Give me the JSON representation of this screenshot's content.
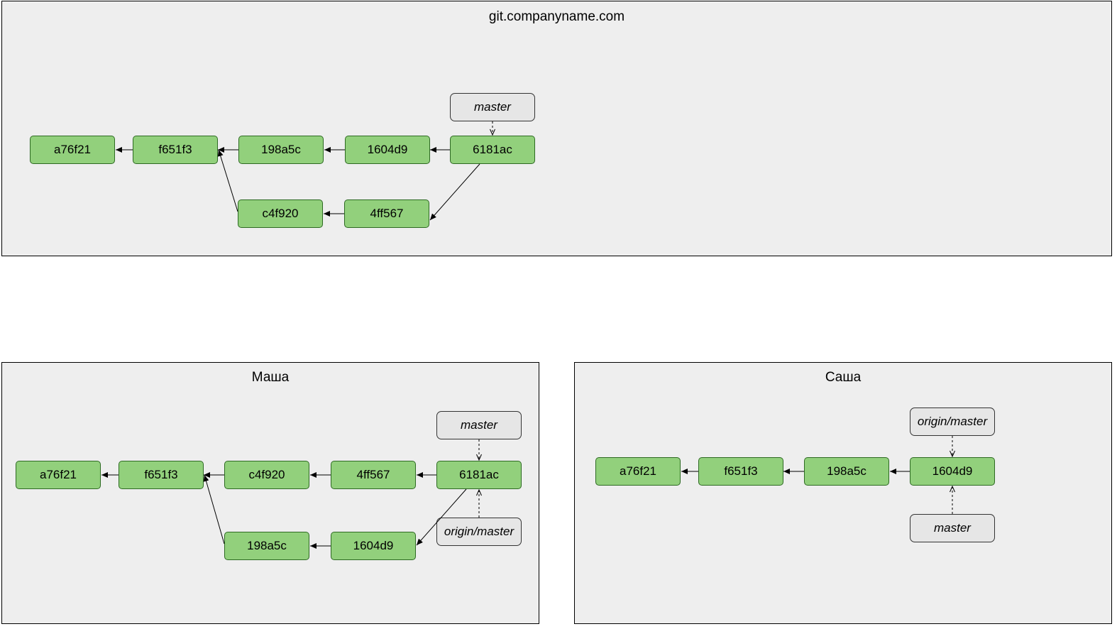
{
  "remote": {
    "title": "git.companyname.com",
    "commits": [
      "a76f21",
      "f651f3",
      "198a5c",
      "1604d9",
      "6181ac",
      "c4f920",
      "4ff567"
    ],
    "refs": [
      "master"
    ]
  },
  "masha": {
    "title": "Маша",
    "commits": [
      "a76f21",
      "f651f3",
      "c4f920",
      "4ff567",
      "6181ac",
      "198a5c",
      "1604d9"
    ],
    "refs": [
      "master",
      "origin/master"
    ]
  },
  "sasha": {
    "title": "Саша",
    "commits": [
      "a76f21",
      "f651f3",
      "198a5c",
      "1604d9"
    ],
    "refs": [
      "origin/master",
      "master"
    ]
  }
}
